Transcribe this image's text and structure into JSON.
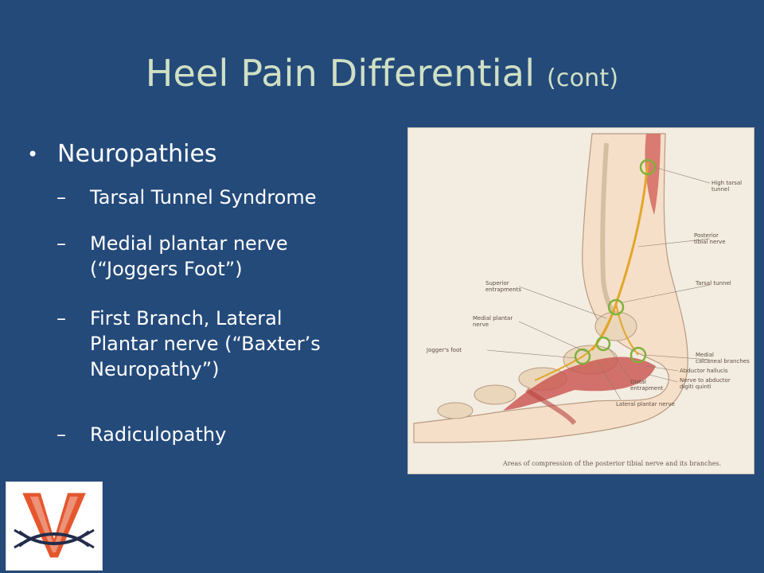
{
  "slide": {
    "title_main": "Heel Pain Differential",
    "title_suffix": "(cont)",
    "bullet": {
      "label": "Neuropathies"
    },
    "subitems": [
      {
        "lines": [
          "Tarsal Tunnel Syndrome"
        ]
      },
      {
        "lines": [
          "Medial plantar nerve",
          "(“Joggers Foot”)"
        ]
      },
      {
        "lines": [
          "First Branch, Lateral",
          "Plantar nerve (“Baxter’s",
          "Neuropathy”)"
        ]
      },
      {
        "lines": [
          "Radiculopathy"
        ]
      }
    ]
  },
  "figure": {
    "labels": {
      "high_tarsal": [
        "High tarsal",
        "tunnel"
      ],
      "posterior_tibial": [
        "Posterior",
        "tibial nerve"
      ],
      "superior_entrapments": [
        "Superior",
        "entrapments"
      ],
      "tarsal_tunnel": "Tarsal tunnel",
      "medial_plantar": [
        "Medial plantar",
        "nerve"
      ],
      "joggers_foot": "Jogger's foot",
      "medial_calcaneal": [
        "Medial",
        "calcaneal branches"
      ],
      "abductor_hallucis": "Abductor hallucis",
      "nerve_abductor": [
        "Nerve to abductor",
        "digiti quinti"
      ],
      "distal_entrapment": [
        "Distal",
        "entrapment"
      ],
      "lateral_plantar": "Lateral plantar nerve"
    },
    "caption": "Areas of compression of the posterior tibial nerve and its branches."
  },
  "colors": {
    "background": "#244a7a",
    "title": "#cfe0c4",
    "text": "#ffffff",
    "logo_orange": "#e4572e",
    "logo_navy": "#232d4b"
  },
  "icons": {
    "bullet": "•",
    "dash": "–"
  }
}
